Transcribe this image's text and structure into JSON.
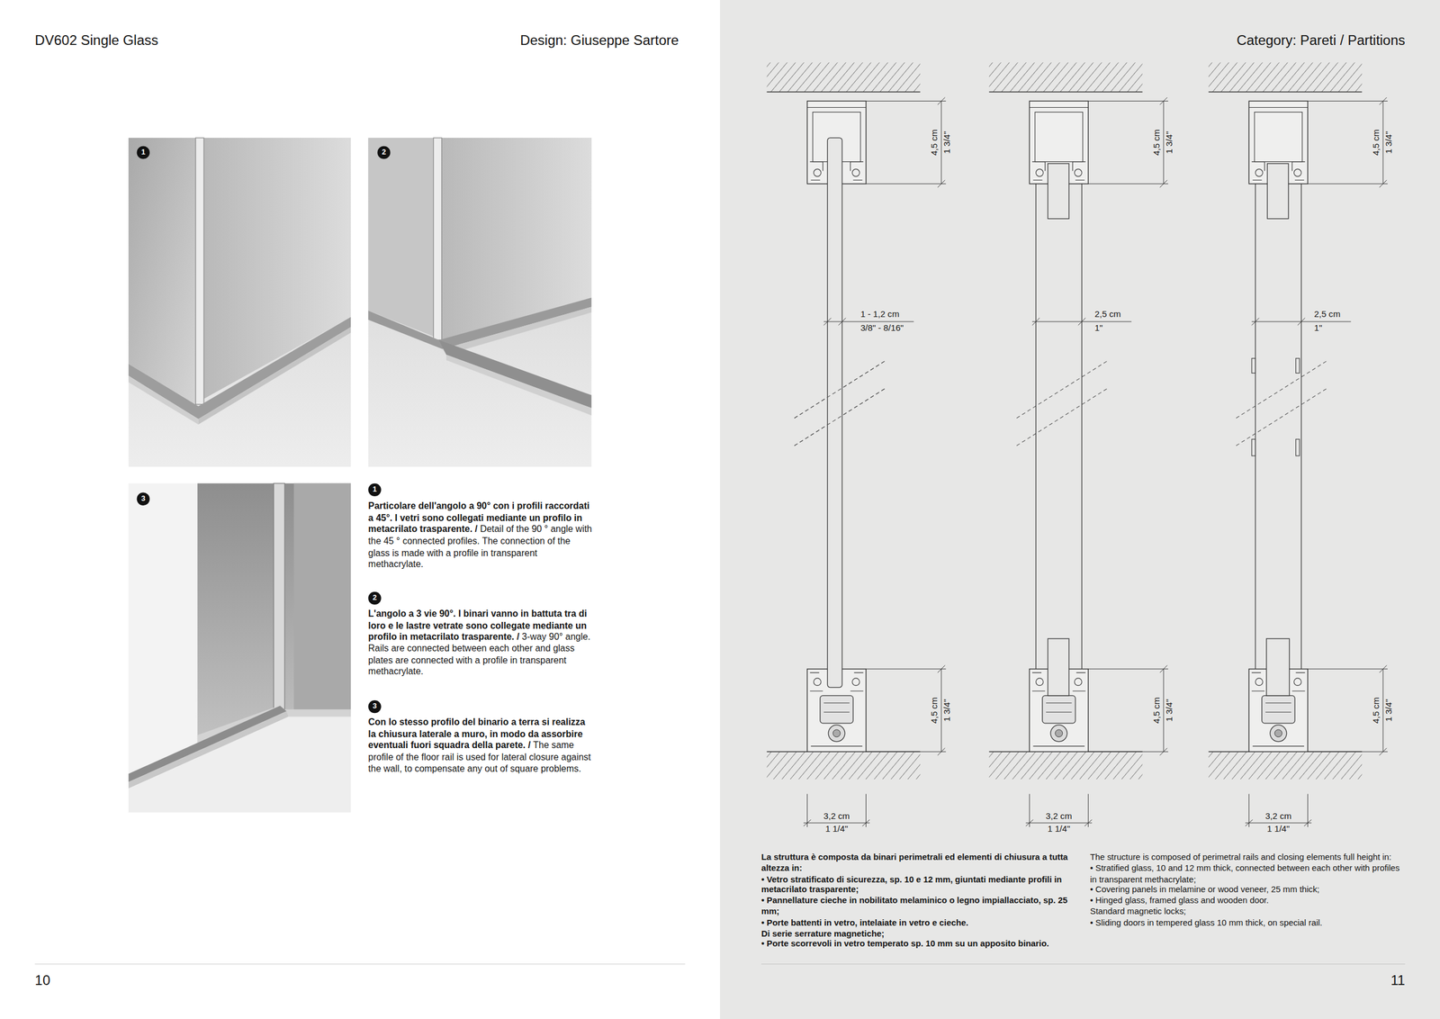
{
  "diagram": {
    "title": "DV602 Single Glass",
    "nodes": [
      {
        "text": [
          "1"
        ]
      },
      {
        "text": [
          "2"
        ]
      },
      {
        "text": [
          "3"
        ]
      },
      {
        "text": [
          "1"
        ]
      },
      {
        "text": [
          "2"
        ]
      },
      {
        "text": [
          "3"
        ]
      }
    ],
    "labels": [
      "Design: Giuseppe Sartore",
      "Category: Pareti / Partitions",
      "Particolare dell'angolo a 90° con i profili raccordati a 45°. I vetri sono collegati mediante un profilo in metacrilato trasparente. /",
      "Detail of the 90 ° angle with the 45 ° connected profiles. The connection of the glass is made with a profile in transparent methacrylate.",
      "L'angolo a 3 vie 90°. I binari vanno in battuta tra di loro e le lastre vetrate sono collegate mediante un profilo in metacrilato trasparente. /",
      "3-way 90° angle. Rails are connected between each other and glass plates are connected with a profile in transparent methacrylate.",
      "Con lo stesso profilo del binario a terra si realizza la chiusura laterale a muro, in modo da assorbire eventuali fuori squadra della parete. /",
      "The same profile of the floor rail is used for lateral closure against the wall, to compensate any out of square problems.",
      "4,5 cm",
      "1 3/4\"",
      "4,5 cm",
      "1 3/4\"",
      "4,5 cm",
      "1 3/4\"",
      "1 - 1,2 cm",
      "3/8\" - 8/16\"",
      "2,5 cm",
      "1\"",
      "2,5 cm",
      "1\"",
      "4,5 cm",
      "1 3/4\"",
      "4,5 cm",
      "1 3/4\"",
      "4,5 cm",
      "1 3/4\"",
      "3,2 cm",
      "1 1/4\"",
      "3,2 cm",
      "1 1/4\"",
      "3,2 cm",
      "1 1/4\"",
      "La struttura è composta da binari perimetrali ed elementi di chiusura a tutta altezza in:",
      "• Vetro stratificato di sicurezza, sp. 10 e 12 mm, giuntati mediante profili in metacrilato trasparente;",
      "• Pannellature cieche in nobilitato melaminico o legno impiallacciato, sp. 25 mm;",
      "• Porte battenti in vetro, intelaiate in vetro e cieche.",
      "Di serie serrature magnetiche;",
      "• Porte scorrevoli in vetro temperato sp. 10 mm su un apposito binario.",
      "The structure is composed of perimetral rails and closing elements full height in:",
      "• Stratified glass, 10 and 12 mm thick, connected between each other with profiles in transparent methacrylate;",
      "• Covering panels in melamine or wood veneer, 25 mm thick;",
      "• Hinged glass, framed glass and wooden door.",
      "Standard magnetic locks;",
      "• Sliding doors in tempered glass 10 mm thick, on special rail.",
      "10",
      "11"
    ]
  }
}
